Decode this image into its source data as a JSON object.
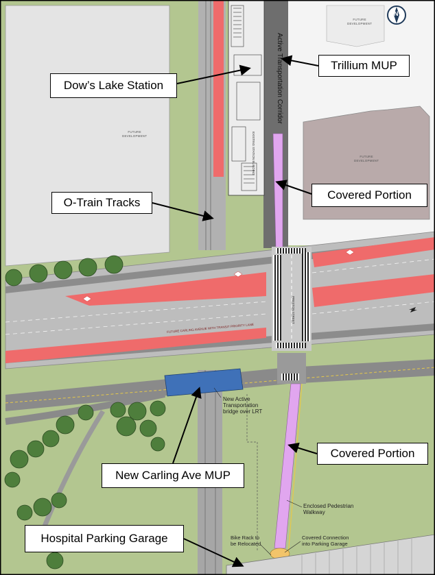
{
  "callouts": {
    "dows_lake_station": "Dow’s Lake Station",
    "trillium_mup": "Trillium MUP",
    "otrain_tracks": "O-Train Tracks",
    "covered_portion_top": "Covered Portion",
    "covered_portion_bottom": "Covered Portion",
    "new_carling_mup": "New Carling Ave MUP",
    "hospital_parking_garage": "Hospital Parking Garage"
  },
  "annotations": {
    "active_transportation_corridor": "Active Transportation Corridor",
    "future_development_nw": "FUTURE\nDEVELOPMENT",
    "future_development_ne": "FUTURE\nDEVELOPMENT",
    "future_development_east": "FUTURE\nDEVELOPMENT",
    "existing_station_building": "EXISTING STATION BUILDING",
    "future_carling_lane": "FUTURE CARLING AVENUE WITH TRANSIT PRIORITY LANE",
    "preston_street": "PRESTON STREET",
    "new_bridge": "New Active\nTransportation\nbridge over LRT",
    "enclosed_walkway": "Enclosed Pedestrian\nWalkway",
    "bike_rack": "Bike Rack to\nbe Relocated",
    "covered_connection": "Covered Connection\ninto Parking Garage"
  },
  "compass": {
    "label": "N",
    "icon": "north-arrow-icon"
  },
  "colors": {
    "grass": "#b3c690",
    "development": "#e4e4e4",
    "building": "#b9aaaa",
    "road": "#bdbdbd",
    "transit_lane": "#ef6b6b",
    "covered_walkway": "#e1a6ef",
    "bridge": "#3f71b8",
    "tracks": "#9a9a9a",
    "tree": "#4e7e3c"
  }
}
